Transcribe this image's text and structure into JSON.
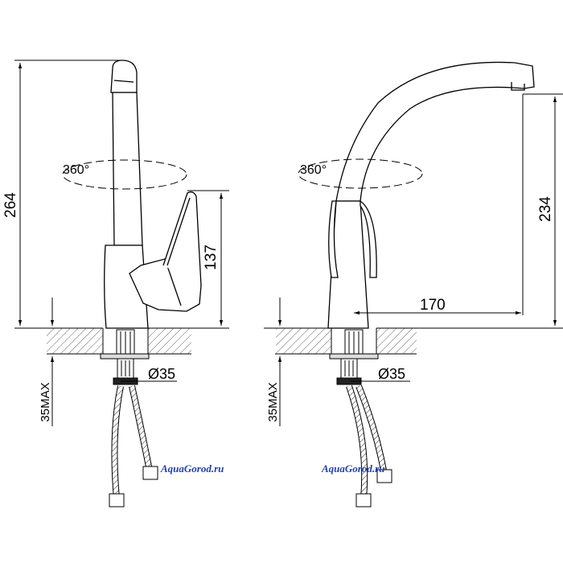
{
  "left_view": {
    "height_total": "264",
    "lever_height": "137",
    "rotation": "360°",
    "hole_diameter": "Ø35",
    "max_thickness": "35MAX",
    "watermark": "AquaGorod.ru"
  },
  "right_view": {
    "spout_height": "234",
    "spout_reach": "170",
    "rotation": "360°",
    "hole_diameter": "Ø35",
    "max_thickness": "35MAX",
    "watermark": "AquaGorod.ru"
  },
  "colors": {
    "line": "#000000",
    "hatch": "#555555",
    "watermark": "#1f3fbf"
  }
}
